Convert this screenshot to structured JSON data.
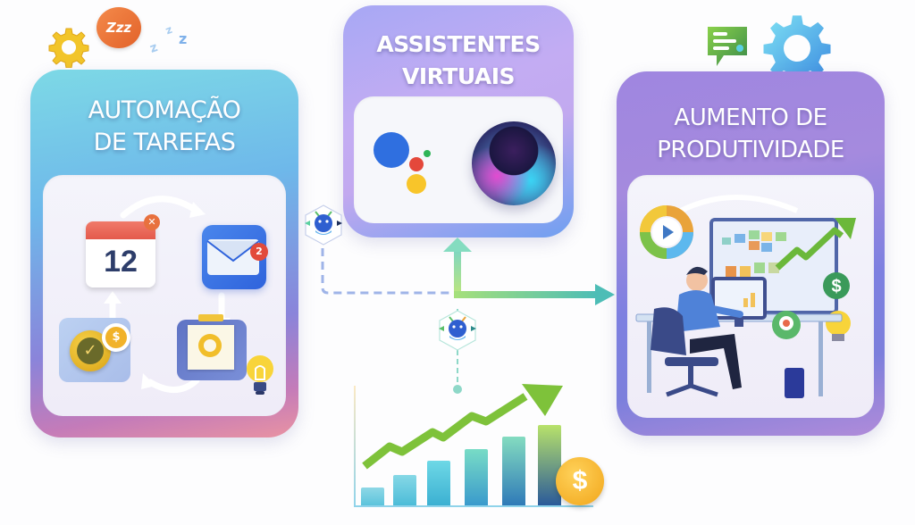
{
  "cards": {
    "left": {
      "title_line1": "AUTOMAÇÃO",
      "title_line2": "DE TAREFAS",
      "calendar_day": "12",
      "email_badge_count": "2",
      "icons": [
        "calendar-icon",
        "email-icon",
        "task-check-coin-icon",
        "clipboard-chart-icon",
        "lightbulb-icon",
        "cycle-arrows-icon"
      ]
    },
    "center": {
      "title_line1": "ASSISTENTES",
      "title_line2": "VIRTUAIS",
      "icons": [
        "google-assistant-icon",
        "siri-orb-icon"
      ]
    },
    "right": {
      "title_line1": "AUMENTO DE",
      "title_line2": "PRODUTIVIDADE",
      "icons": [
        "play-circle-icon",
        "monitor-dashboard-icon",
        "trend-up-arrow-icon",
        "dollar-coin-icon",
        "lightbulb-icon",
        "person-at-desk-icon"
      ]
    }
  },
  "decorations": {
    "sleep_bubble_text": "Zzz",
    "floating_z": [
      "z",
      "z",
      "z"
    ]
  },
  "connectors": {
    "robot_nodes": 2,
    "arrows": [
      "up-to-assistants",
      "right-to-productivity"
    ]
  },
  "colors": {
    "left_card_top": "#7dd9e6",
    "left_card_bottom": "#e993a2",
    "center_card": "#c3acf3",
    "right_card": "#8f84e0",
    "arrow_green": "#9be07a",
    "arrow_teal": "#4dbdb6",
    "coin_gold": "#f5b82a"
  },
  "chart_data": {
    "type": "bar",
    "title": "",
    "categories": [
      "1",
      "2",
      "3",
      "4",
      "5",
      "6"
    ],
    "values": [
      20,
      34,
      50,
      63,
      77,
      90
    ],
    "trend_line": [
      30,
      45,
      55,
      68,
      82,
      110
    ],
    "xlabel": "",
    "ylabel": "",
    "ylim": [
      0,
      120
    ],
    "grid": false,
    "note": "Decorative growth chart with upward arrow and dollar coin; no axis labels"
  }
}
